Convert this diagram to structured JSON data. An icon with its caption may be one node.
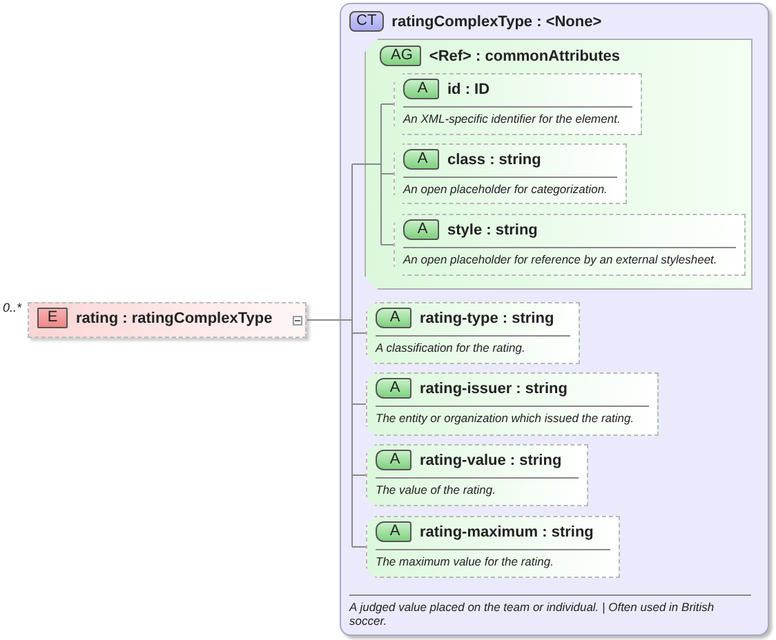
{
  "diagram": {
    "nodes": [
      {
        "text": [
          "E",
          "rating : ratingComplexType"
        ],
        "beside": [
          "0..*"
        ]
      },
      {
        "text": [
          "CT",
          "ratingComplexType : <None>",
          "A judged value placed on the team or individual. | Often used in British soccer."
        ]
      },
      {
        "text": [
          "AG",
          "<Ref> : commonAttributes"
        ],
        "in": 1
      },
      {
        "text": [
          "A",
          "id : ID",
          "An XML-specific identifier for the element."
        ],
        "in": 2
      },
      {
        "text": [
          "A",
          "class : string",
          "An open placeholder for categorization."
        ],
        "in": 2
      },
      {
        "text": [
          "A",
          "style : string",
          "An open placeholder for reference by an external stylesheet."
        ],
        "in": 2
      },
      {
        "text": [
          "A",
          "rating-type : string",
          "A classification for the rating."
        ],
        "in": 1
      },
      {
        "text": [
          "A",
          "rating-issuer : string",
          "The entity or organization which issued the rating."
        ],
        "in": 1
      },
      {
        "text": [
          "A",
          "rating-value : string",
          "The value of the rating."
        ],
        "in": 1
      },
      {
        "text": [
          "A",
          "rating-maximum : string",
          "The maximum value for the rating."
        ],
        "in": 1
      }
    ],
    "edges": [
      {
        "from": 0,
        "to": 2,
        "arrow": "none"
      },
      {
        "from": 2,
        "to": 3,
        "arrow": "none"
      },
      {
        "from": 2,
        "to": 4,
        "arrow": "none"
      },
      {
        "from": 2,
        "to": 5,
        "arrow": "none"
      },
      {
        "from": 0,
        "to": 6,
        "arrow": "none"
      },
      {
        "from": 0,
        "to": 7,
        "arrow": "none"
      },
      {
        "from": 0,
        "to": 8,
        "arrow": "none"
      },
      {
        "from": 0,
        "to": 9,
        "arrow": "none"
      }
    ]
  }
}
